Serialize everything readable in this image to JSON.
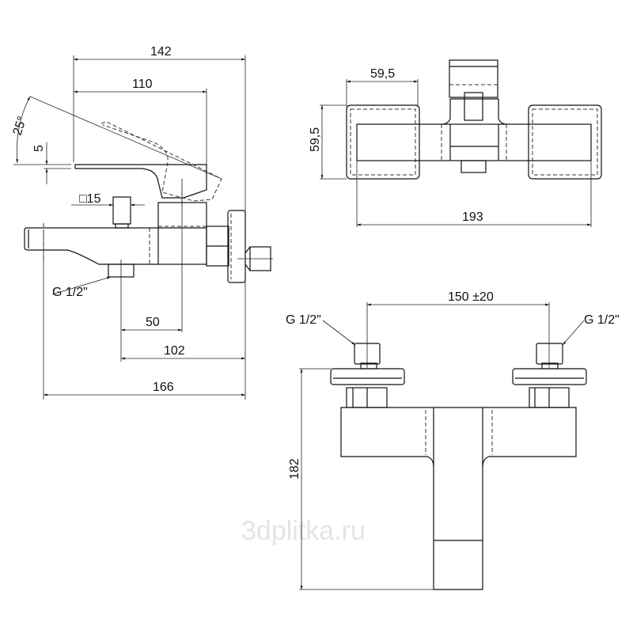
{
  "side_view": {
    "dim_total_top": "142",
    "dim_handle": "110",
    "dim_angle": "25°",
    "dim_gap": "5",
    "dim_square": "□15",
    "label_outlet": "G 1/2\"",
    "dim_outlet_axis": "50",
    "dim_outlet_wall": "102",
    "dim_total_bottom": "166"
  },
  "top_view": {
    "dim_width": "59,5",
    "dim_depth": "59,5",
    "dim_length": "193"
  },
  "front_view": {
    "dim_spacing": "150 ±20",
    "label_inlet_left": "G 1/2\"",
    "label_inlet_right": "G 1/2\"",
    "dim_height": "182"
  },
  "watermark": "3dplitka.ru"
}
